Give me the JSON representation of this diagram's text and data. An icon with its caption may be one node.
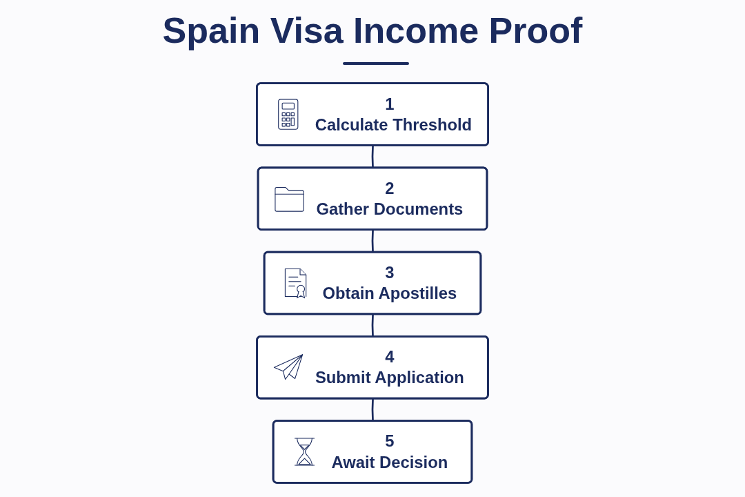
{
  "diagram": {
    "title": "Spain Visa Income Proof",
    "nodes": [
      {
        "text": [
          "1",
          "Calculate Threshold"
        ]
      },
      {
        "text": [
          "2",
          "Gather Documents"
        ]
      },
      {
        "text": [
          "3",
          "Obtain Apostilles"
        ]
      },
      {
        "text": [
          "4",
          "Submit Application"
        ]
      },
      {
        "text": [
          "5",
          "Await Decision"
        ]
      }
    ],
    "edges": [
      {
        "from": 0,
        "to": 1,
        "arrow": "none"
      },
      {
        "from": 1,
        "to": 2,
        "arrow": "none"
      },
      {
        "from": 2,
        "to": 3,
        "arrow": "none"
      },
      {
        "from": 3,
        "to": 4,
        "arrow": "none"
      }
    ]
  }
}
